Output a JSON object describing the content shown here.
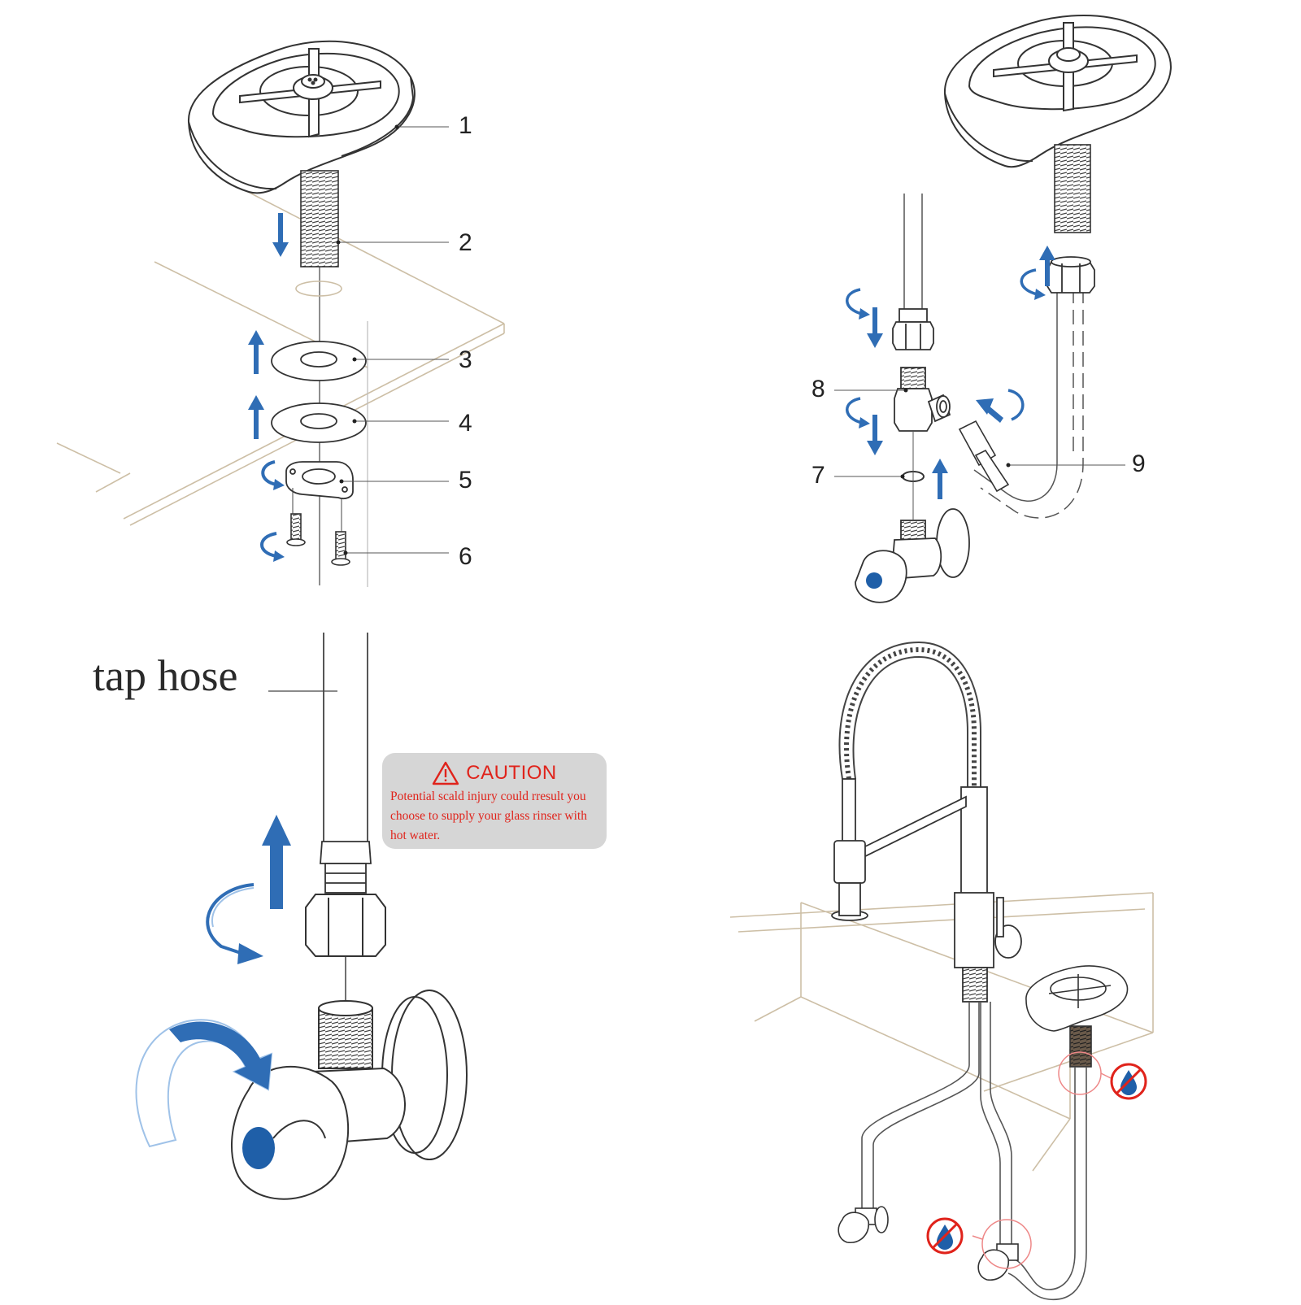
{
  "callouts": [
    {
      "id": "1",
      "label": "1"
    },
    {
      "id": "2",
      "label": "2"
    },
    {
      "id": "3",
      "label": "3"
    },
    {
      "id": "4",
      "label": "4"
    },
    {
      "id": "5",
      "label": "5"
    },
    {
      "id": "6",
      "label": "6"
    },
    {
      "id": "7",
      "label": "7"
    },
    {
      "id": "8",
      "label": "8"
    },
    {
      "id": "9",
      "label": "9"
    }
  ],
  "tap_hose_label": "tap hose",
  "caution": {
    "title": "CAUTION",
    "text": "Potential scald injury could rresult you choose to supply your glass rinser with hot water."
  },
  "colors": {
    "arrow_blue": "#2f6db5",
    "caution_red": "#e0231b",
    "caution_bg": "#d6d6d6",
    "line_art": "#333333",
    "counter_line": "#cdbfa6"
  }
}
